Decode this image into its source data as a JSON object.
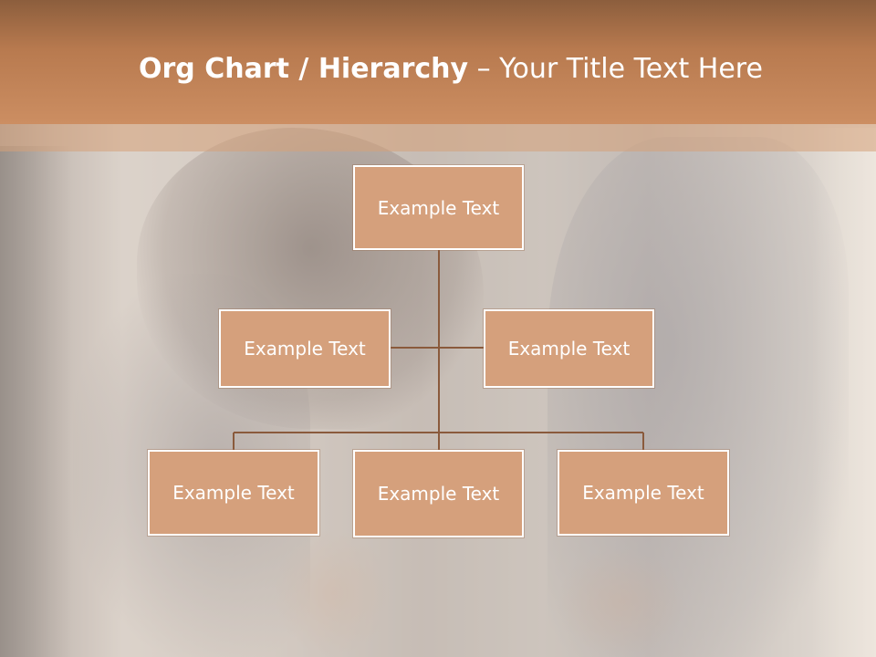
{
  "slide": {
    "title_bold": "Org Chart / Hierarchy",
    "title_separator": " – ",
    "title_regular": "Your Title Text Here"
  },
  "org_chart": {
    "top": {
      "label": "Example Text"
    },
    "assistants": [
      {
        "label": "Example Text"
      },
      {
        "label": "Example Text"
      }
    ],
    "subordinates": [
      {
        "label": "Example Text"
      },
      {
        "label": "Example Text"
      },
      {
        "label": "Example Text"
      }
    ]
  },
  "colors": {
    "header": "#c0845a",
    "node_fill": "#d5a07c",
    "node_border": "#ffffff",
    "connector": "#8a5a3c"
  }
}
